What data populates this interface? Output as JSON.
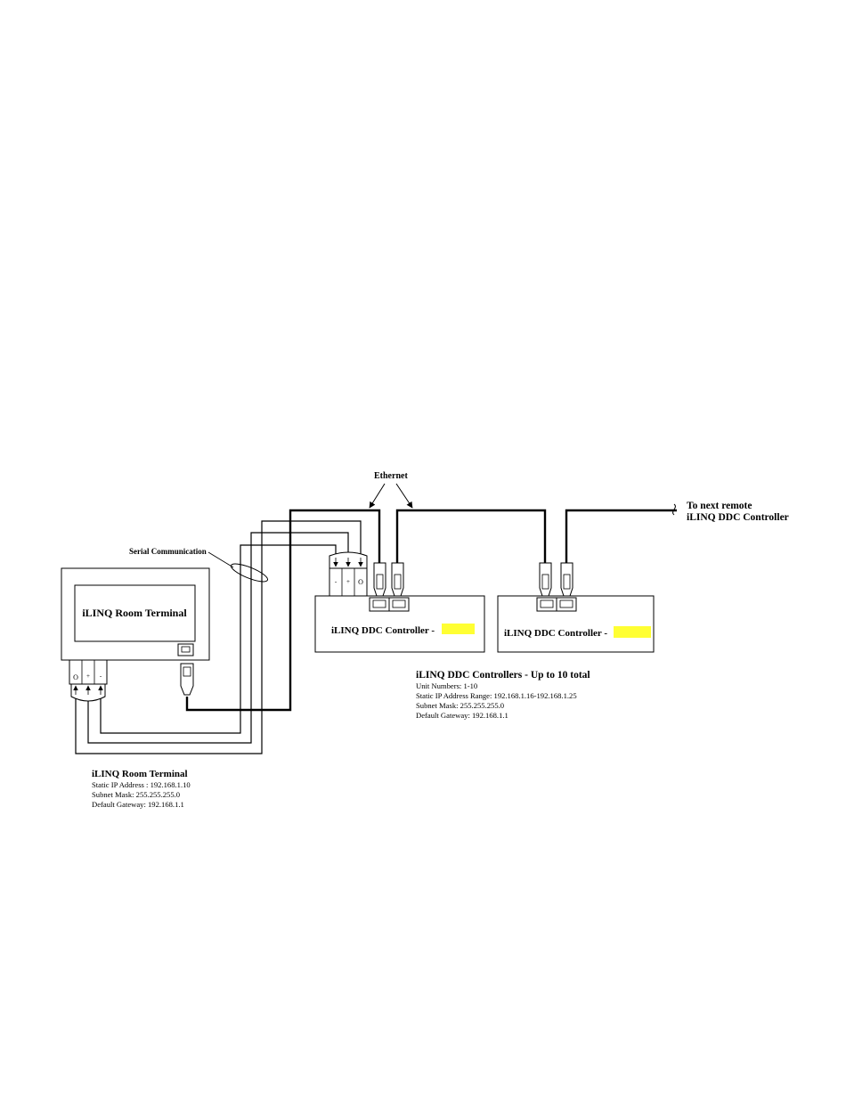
{
  "labels": {
    "ethernet": "Ethernet",
    "serial_communication": "Serial Communication",
    "next_remote_line1": "To next remote",
    "next_remote_line2": "iLINQ DDC Controller"
  },
  "room_terminal": {
    "screen_label": "iLINQ Room Terminal",
    "info_title": "iLINQ Room Terminal",
    "info_lines": [
      "Static IP Address : 192.168.1.10",
      "Subnet Mask: 255.255.255.0",
      "Default Gateway: 192.168.1.1"
    ],
    "terminal_marks": [
      "O",
      "+",
      "-"
    ]
  },
  "controller_1": {
    "label": "iLINQ DDC Controller -"
  },
  "controller_2": {
    "label": "iLINQ DDC Controller -"
  },
  "controller_1_terminal_marks": [
    "-",
    "+",
    "O"
  ],
  "controllers_info": {
    "title": "iLINQ DDC Controllers - Up to 10 total",
    "lines": [
      "Unit Numbers: 1-10",
      "Static IP Address Range: 192.168.1.16-192.168.1.25",
      "Subnet Mask: 255.255.255.0",
      "Default Gateway: 192.168.1.1"
    ]
  },
  "colors": {
    "highlight": "#ffff33",
    "line": "#000000"
  }
}
